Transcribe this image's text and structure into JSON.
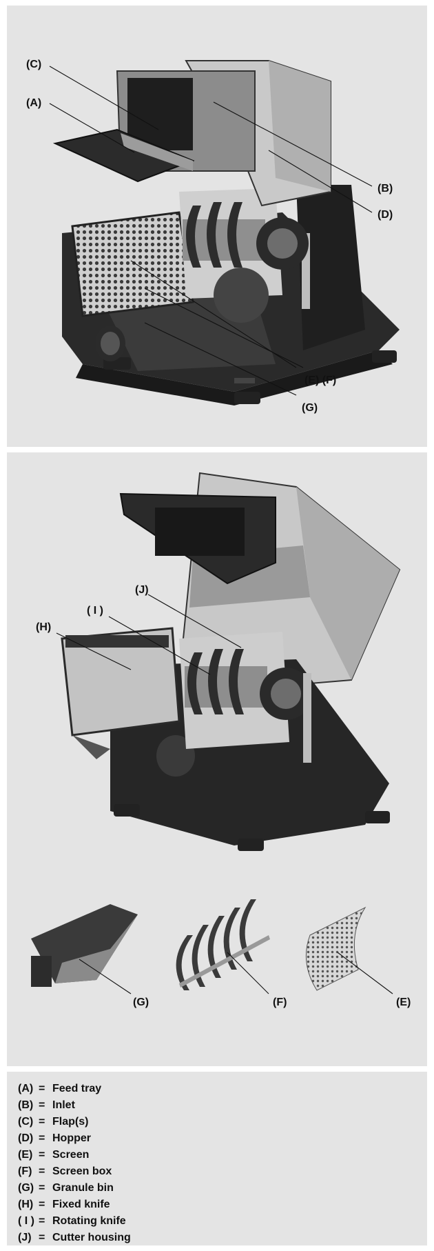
{
  "top_callouts": {
    "c": "(C)",
    "a": "(A)",
    "b": "(B)",
    "d": "(D)",
    "ef": "(E) (F)",
    "g": "(G)"
  },
  "bottom_callouts": {
    "j": "(J)",
    "i": "( I )",
    "h": "(H)"
  },
  "part_callouts": {
    "g": "(G)",
    "f": "(F)",
    "e": "(E)"
  },
  "legend": [
    {
      "key": "(A)",
      "eq": "=",
      "label": "Feed tray"
    },
    {
      "key": "(B)",
      "eq": "=",
      "label": "Inlet"
    },
    {
      "key": "(C)",
      "eq": "=",
      "label": "Flap(s)"
    },
    {
      "key": "(D)",
      "eq": "=",
      "label": "Hopper"
    },
    {
      "key": "(E)",
      "eq": "=",
      "label": "Screen"
    },
    {
      "key": "(F)",
      "eq": "=",
      "label": "Screen box"
    },
    {
      "key": "(G)",
      "eq": "=",
      "label": "Granule bin"
    },
    {
      "key": "(H)",
      "eq": "=",
      "label": "Fixed knife"
    },
    {
      "key": "( I )",
      "eq": "=",
      "label": "Rotating knife"
    },
    {
      "key": "(J)",
      "eq": "=",
      "label": "Cutter housing"
    }
  ]
}
